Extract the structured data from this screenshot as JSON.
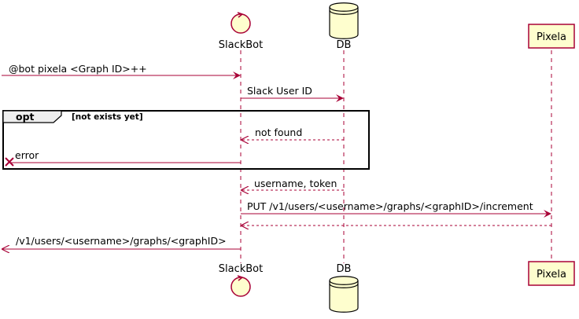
{
  "colors": {
    "arrow": "#A80036",
    "participant_fill": "#FEFECE",
    "participant_border": "#A80036",
    "lifeline": "#A80036",
    "frame": "#000000",
    "frame_tab": "#EEEEEE"
  },
  "participants": {
    "slackbot": {
      "name": "SlackBot",
      "shape": "control-icon"
    },
    "db": {
      "name": "DB",
      "shape": "database-icon"
    },
    "pixela": {
      "name": "Pixela",
      "shape": "box"
    }
  },
  "messages": [
    {
      "id": "m1",
      "text": "@bot pixela <Graph ID>++",
      "style": "solid"
    },
    {
      "id": "m2",
      "text": "Slack User ID",
      "style": "solid"
    },
    {
      "id": "m3",
      "text": "not found",
      "style": "dashed"
    },
    {
      "id": "m4",
      "text": "error",
      "style": "solid-lost"
    },
    {
      "id": "m5",
      "text": "username, token",
      "style": "dashed"
    },
    {
      "id": "m6",
      "text": "PUT /v1/users/<username>/graphs/<graphID>/increment",
      "style": "solid"
    },
    {
      "id": "m7",
      "text": "",
      "style": "dashed"
    },
    {
      "id": "m8",
      "text": "/v1/users/<username>/graphs/<graphID>",
      "style": "solid-outgoing"
    }
  ],
  "fragment": {
    "keyword": "opt",
    "condition": "[not exists yet]"
  }
}
